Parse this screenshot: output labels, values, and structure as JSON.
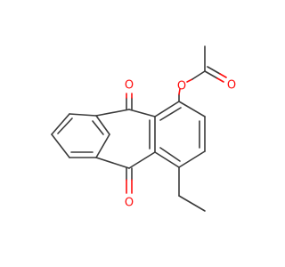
{
  "molecule": {
    "atoms": [
      {
        "id": "O_top_carbonyl",
        "label": "O"
      },
      {
        "id": "O_bottom_carbonyl",
        "label": "O"
      },
      {
        "id": "O_ester_single",
        "label": "O"
      },
      {
        "id": "O_ester_double",
        "label": "O"
      }
    ]
  },
  "colors": {
    "bond": "#3a3a3a",
    "oxygen": "#ff0d0d",
    "background": "#ffffff"
  }
}
